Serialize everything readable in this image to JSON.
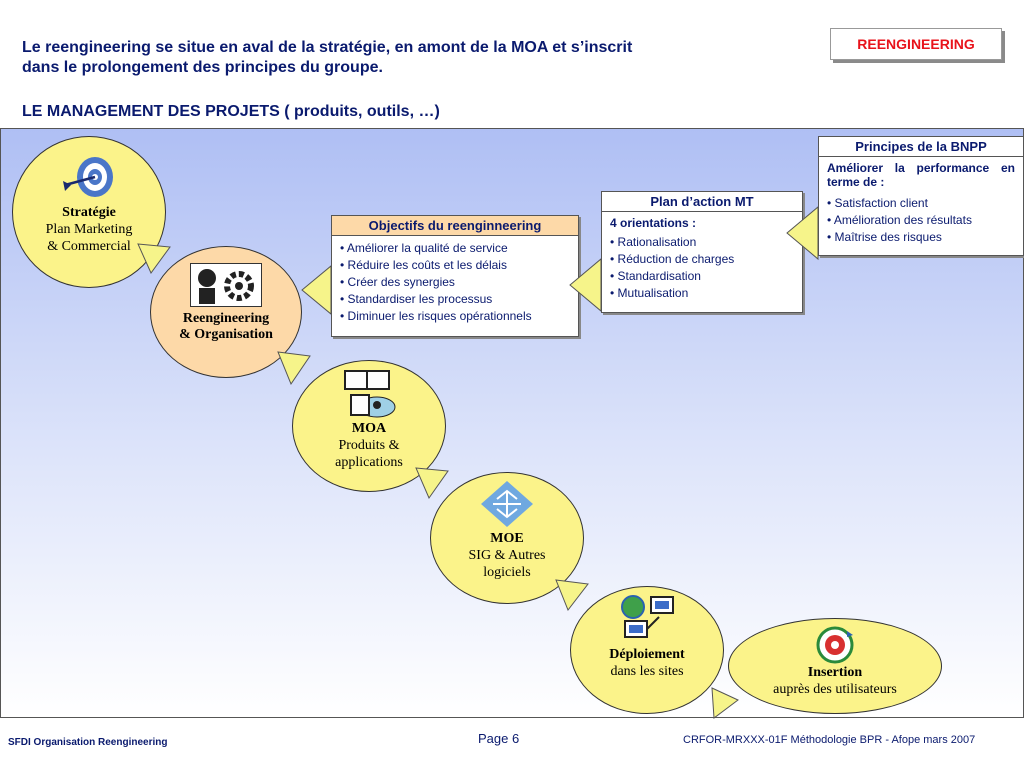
{
  "header": {
    "line1": "Le reengineering se situe en aval de la stratégie, en amont de la MOA et s’inscrit",
    "line2": "dans le prolongement des principes du groupe.",
    "subtitle": "LE MANAGEMENT DES PROJETS ( produits, outils, …)",
    "badge": "REENGINEERING"
  },
  "steps": [
    {
      "title": "Stratégie",
      "lines": [
        "Plan Marketing",
        "& Commercial"
      ]
    },
    {
      "title": "Reengineering",
      "lines": [
        "& Organisation"
      ]
    },
    {
      "title": "MOA",
      "lines": [
        "Produits &",
        "applications"
      ]
    },
    {
      "title": "MOE",
      "lines": [
        "SIG & Autres",
        "logiciels"
      ]
    },
    {
      "title": "Déploiement",
      "lines": [
        "dans les sites"
      ]
    },
    {
      "title": "Insertion",
      "lines": [
        "auprès des utilisateurs"
      ]
    }
  ],
  "objectifs": {
    "title": "Objectifs du reenginneering",
    "items": [
      "Améliorer la qualité de service",
      "Réduire les coûts et les délais",
      "Créer des synergies",
      "Standardiser les processus",
      "Diminuer les risques opérationnels"
    ]
  },
  "plan": {
    "title": "Plan d’action MT",
    "intro": "4 orientations :",
    "items": [
      "• Rationalisation",
      "• Réduction de charges",
      "• Standardisation",
      "• Mutualisation"
    ]
  },
  "principes": {
    "title": "Principes de la BNPP",
    "intro": "Améliorer la performance en terme de :",
    "items": [
      "• Satisfaction client",
      "• Amélioration des résultats",
      "• Maîtrise des risques"
    ]
  },
  "footer": {
    "left": "SFDI Organisation Reengineering",
    "page": "Page 6",
    "right": "CRFOR-MRXXX-01F Méthodologie BPR - Afope mars 2007"
  },
  "icons": [
    "target-icon",
    "gears-icon",
    "book-icon",
    "chip-icon",
    "computers-icon",
    "globe-icon"
  ],
  "colors": {
    "title": "#0a1a6e",
    "badge_text": "#e8131b",
    "oval": "#fbf38a",
    "oval_active": "#fdd9a8",
    "box_header": "#fdd9a8",
    "arrow": "#f6f48a"
  }
}
